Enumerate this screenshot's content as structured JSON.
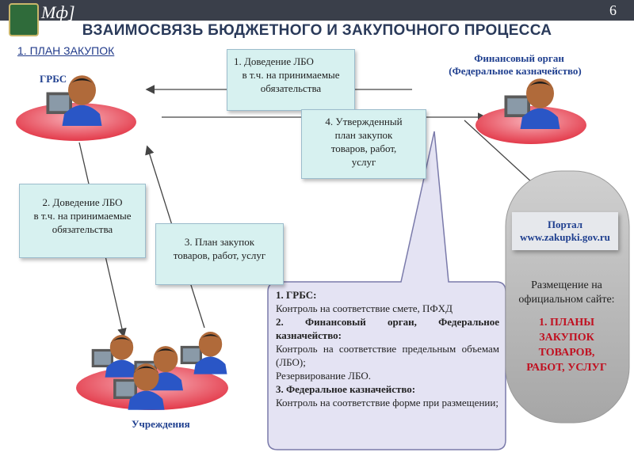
{
  "header": {
    "logo_text": "Мф]",
    "page_number": "6"
  },
  "title": "ВЗАИМОСВЯЗЬ БЮДЖЕТНОГО И ЗАКУПОЧНОГО ПРОЦЕССА",
  "section": "1. ПЛАН ЗАКУПОК",
  "actors": {
    "grbs": "ГРБС",
    "finance_line1": "Финансовый орган",
    "finance_line2": "(Федеральное казначейство)",
    "institutions": "Учреждения"
  },
  "notes": {
    "n1_line1": "1.    Доведение ЛБО",
    "n1_line2": "в т.ч. на принимаемые",
    "n1_line3": "обязательства",
    "n2_line1": "2. Доведение ЛБО",
    "n2_line2": "в т.ч. на принимаемые",
    "n2_line3": "обязательства",
    "n3_line1": "3. План закупок",
    "n3_line2": "товаров, работ, услуг",
    "n4_line1": "4. Утвержденный",
    "n4_line2": "план закупок",
    "n4_line3": "товаров, работ,",
    "n4_line4": "услуг"
  },
  "callout": {
    "h1": "1.   ГРБС:",
    "t1": "Контроль на соответствие смете, ПФХД",
    "h2": "2. Финансовый орган, Федеральное казначейство:",
    "t2": "Контроль на соответствие предельным объемам (ЛБО);",
    "t3": "Резервирование ЛБО.",
    "h3": "3. Федеральное казначейство:",
    "t4": "Контроль на соответствие форме при размещении;"
  },
  "portal": {
    "line1": "Портал",
    "line2": "www.zakupki.gov.ru",
    "placement_line1": "Размещение на",
    "placement_line2": "официальном сайте:",
    "plan_line1": "1. ПЛАНЫ",
    "plan_line2": "ЗАКУПОК",
    "plan_line3": "ТОВАРОВ,",
    "plan_line4": "РАБОТ, УСЛУГ"
  },
  "colors": {
    "topbar": "#3a3f4a",
    "title": "#2a3a5a",
    "actor_label": "#1f3f8f",
    "note_fill": "#d7f1f0",
    "callout_fill": "#e4e3f3",
    "callout_border": "#7a7aaa",
    "pill_fill": "#b8b8b8",
    "plan_text": "#c01020",
    "platform": "#e33a4a",
    "person_shirt": "#2a56c6",
    "person_face": "#b06a3a",
    "person_hair": "#1c1c1c",
    "monitor": "#5a5a5a"
  }
}
